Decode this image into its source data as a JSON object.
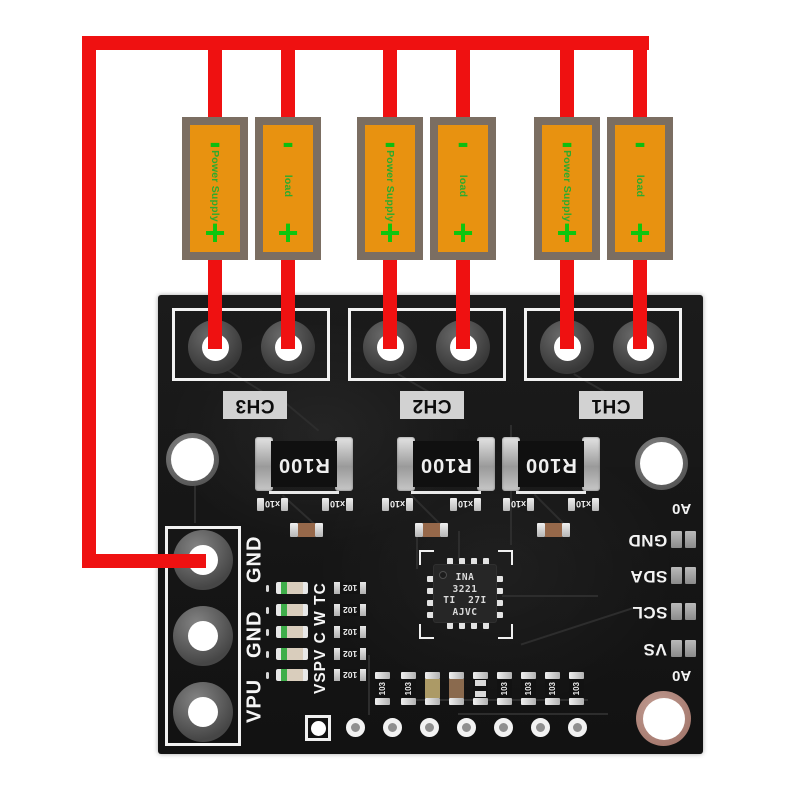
{
  "colors": {
    "background": "#ffffff",
    "wire": "#ef1111",
    "battery_fill": "#e89210",
    "battery_border": "#7b6e62",
    "battery_text": "#2cab2c",
    "pcb": "#141414",
    "silkscreen": "#f2f2f2"
  },
  "batteries": {
    "items": [
      {
        "minus": "-",
        "label": "Power Supply",
        "plus": "+"
      },
      {
        "minus": "-",
        "label": "load",
        "plus": "+"
      },
      {
        "minus": "-",
        "label": "Power Supply",
        "plus": "+"
      },
      {
        "minus": "-",
        "label": "load",
        "plus": "+"
      },
      {
        "minus": "-",
        "label": "Power Supply",
        "plus": "+"
      },
      {
        "minus": "-",
        "label": "load",
        "plus": "+"
      }
    ]
  },
  "board": {
    "channels": {
      "items": [
        {
          "label": "CH3"
        },
        {
          "label": "CH2"
        },
        {
          "label": "CH1"
        }
      ]
    },
    "shunts": {
      "items": [
        {
          "value": "R100"
        },
        {
          "value": "R100"
        },
        {
          "value": "R100"
        }
      ]
    },
    "x10_marks": {
      "items": [
        {
          "label": "x10"
        },
        {
          "label": "x10"
        },
        {
          "label": "x10"
        },
        {
          "label": "x10"
        },
        {
          "label": "x10"
        },
        {
          "label": "x10"
        }
      ]
    },
    "chip": {
      "line1": "INA",
      "line2": "3221",
      "line3": "TI  27I",
      "line4": "AJVC"
    },
    "left_header": {
      "pin1": "GND",
      "pin2": "GND",
      "pin3": "VPU"
    },
    "left_silk_column": "VSPV C W TC",
    "led_resistors": {
      "items": [
        {
          "label": "102"
        },
        {
          "label": "102"
        },
        {
          "label": "102"
        },
        {
          "label": "102"
        },
        {
          "label": "102"
        }
      ]
    },
    "right_header": {
      "jumper_top": "A0",
      "pin1": "GND",
      "pin2": "SDA",
      "pin3": "SCL",
      "pin4": "VS",
      "jumper_bottom": "A0"
    },
    "bottom_components": {
      "items": [
        {
          "label": "103"
        },
        {
          "label": "103"
        },
        {
          "label": ""
        },
        {
          "label": ""
        },
        {
          "label": ""
        },
        {
          "label": "103"
        },
        {
          "label": "103"
        },
        {
          "label": "103"
        },
        {
          "label": "103"
        }
      ]
    }
  }
}
